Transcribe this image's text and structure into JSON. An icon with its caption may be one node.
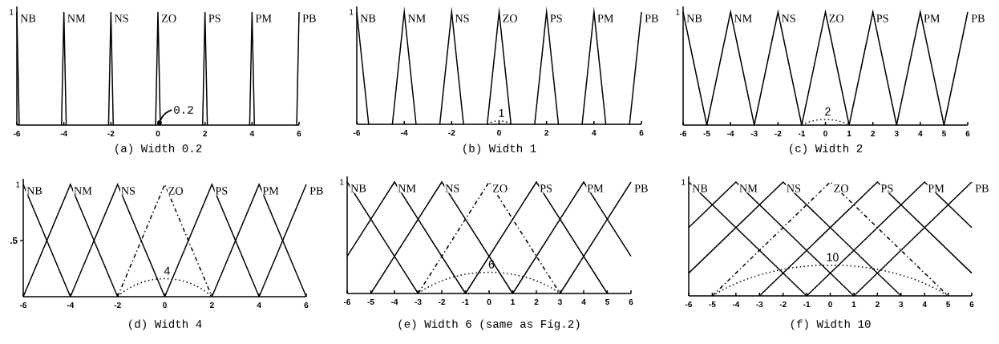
{
  "diagram": {
    "nodes": [
      {
        "text": [
          "0.2"
        ]
      },
      {
        "text": [],
        "shape": "circle"
      }
    ],
    "edges": [
      {
        "from": 0,
        "to": 1,
        "arrow": "none"
      }
    ],
    "labels": [
      "1",
      "NB",
      "NM",
      "NS",
      "ZO",
      "PS",
      "PM",
      "PB",
      "-6",
      "-4",
      "-2",
      "0",
      "2",
      "4",
      "6",
      "(a) Width 0.2",
      "1",
      "NB",
      "NM",
      "NS",
      "ZO",
      "PS",
      "PM",
      "PB",
      "1",
      "-6",
      "-4",
      "-2",
      "0",
      "2",
      "4",
      "6",
      "(b) Width 1",
      "1",
      "NB",
      "NM",
      "NS",
      "ZO",
      "PS",
      "PM",
      "PB",
      "2",
      "-6",
      "-5",
      "-4",
      "-3",
      "-2",
      "-1",
      "0",
      "1",
      "2",
      "3",
      "4",
      "5",
      "6",
      "(c) Width 2",
      "1",
      ".5",
      "NB",
      "NM",
      "NS",
      "ZO",
      "PS",
      "PM",
      "PB",
      "4",
      "-6",
      "-4",
      "-2",
      "0",
      "2",
      "4",
      "6",
      "(d) Width 4",
      "1",
      "NB",
      "NM",
      "NS",
      "ZO",
      "PS",
      "PM",
      "PB",
      "6",
      "-6",
      "-5",
      "-4",
      "-3",
      "-2",
      "-1",
      "0",
      "1",
      "2",
      "3",
      "4",
      "5",
      "6",
      "(e) Width 6 (same as Fig.2)",
      "1",
      "NB",
      "NM",
      "NS",
      "ZO",
      "PS",
      "PM",
      "PB",
      "10",
      "-6",
      "-5",
      "-4",
      "-3",
      "-2",
      "-1",
      "0",
      "1",
      "2",
      "3",
      "4",
      "5",
      "6",
      "(f) Width 10"
    ]
  }
}
